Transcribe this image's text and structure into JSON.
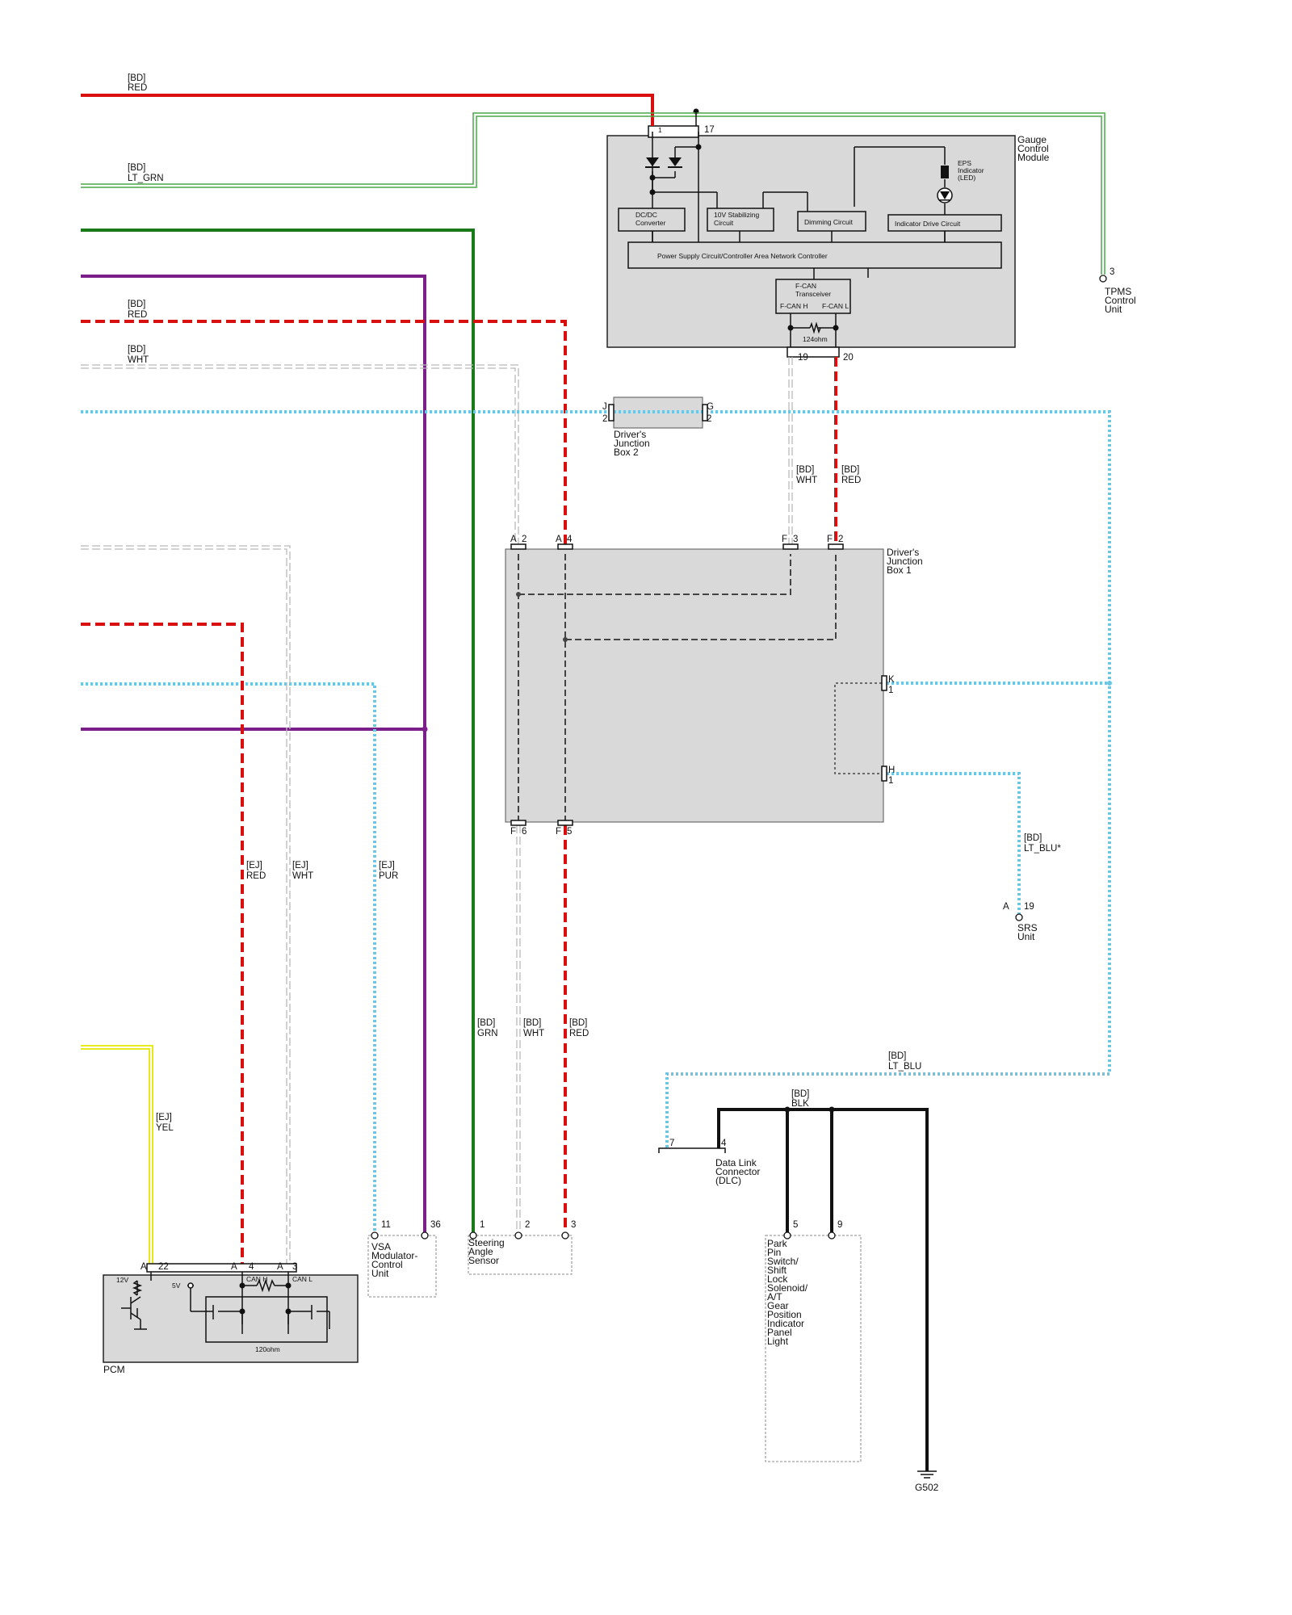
{
  "colors": {
    "red": "#d90f0f",
    "lt_grn": "#49a749",
    "grn": "#1a7a1a",
    "pur": "#7a1f8a",
    "wht_dash": "#b9b9b9",
    "lt_blu": "#6cc5e3",
    "yel": "#e6e600",
    "blk": "#111111",
    "module_fill": "#d9d9d9"
  },
  "wire_labels": {
    "red_top": [
      "[BD]",
      "RED"
    ],
    "lt_grn_top": [
      "[BD]",
      "LT_GRN"
    ],
    "red_dash_top": [
      "[BD]",
      "RED"
    ],
    "wht_top": [
      "[BD]",
      "WHT"
    ],
    "gcm_wht": [
      "[BD]",
      "WHT"
    ],
    "gcm_red": [
      "[BD]",
      "RED"
    ],
    "ej_red": [
      "[EJ]",
      "RED"
    ],
    "ej_wht": [
      "[EJ]",
      "WHT"
    ],
    "ej_pur": [
      "[EJ]",
      "PUR"
    ],
    "ej_yel": [
      "[EJ]",
      "YEL"
    ],
    "sas_grn": [
      "[BD]",
      "GRN"
    ],
    "sas_wht": [
      "[BD]",
      "WHT"
    ],
    "sas_red": [
      "[BD]",
      "RED"
    ],
    "srs_ltblu": [
      "[BD]",
      "LT_BLU*"
    ],
    "dlc_ltblu": [
      "[BD]",
      "LT_BLU"
    ],
    "dlc_blk": [
      "[BD]",
      "BLK"
    ]
  },
  "gcm": {
    "name": [
      "Gauge",
      "Control",
      "Module"
    ],
    "pin_1": "1",
    "pin_17": "17",
    "pin_19": "19",
    "pin_20": "20",
    "dcdc": [
      "DC/DC",
      "Converter"
    ],
    "stab": [
      "10V Stabilizing",
      "Circuit"
    ],
    "dimming": "Dimming Circuit",
    "indicator_drive": "Indicator Drive Circuit",
    "eps": [
      "EPS",
      "Indicator",
      "(LED)"
    ],
    "power_supply": "Power Supply Circuit/Controller Area Network Controller",
    "fcan": [
      "F-CAN",
      "Transceiver"
    ],
    "fcan_h": "F-CAN H",
    "fcan_l": "F-CAN L",
    "resistor": "124ohm"
  },
  "tpms": {
    "pin": "3",
    "name": [
      "TPMS",
      "Control",
      "Unit"
    ]
  },
  "djb2": {
    "name": [
      "Driver's",
      "Junction",
      "Box 2"
    ],
    "conn_j": "J",
    "pin_j": "2",
    "conn_g": "G",
    "pin_g": "2"
  },
  "djb1": {
    "name": [
      "Driver's",
      "Junction",
      "Box 1"
    ],
    "a2": [
      "A",
      "2"
    ],
    "a4": [
      "A",
      "4"
    ],
    "f3": [
      "F",
      "3"
    ],
    "f2": [
      "F",
      "2"
    ],
    "k1": [
      "K",
      "1"
    ],
    "h1": [
      "H",
      "1"
    ],
    "f6": [
      "F",
      "6"
    ],
    "f5": [
      "F",
      "5"
    ]
  },
  "srs": {
    "conn": "A",
    "pin": "19",
    "name": [
      "SRS",
      "Unit"
    ]
  },
  "pcm": {
    "name": "PCM",
    "a22": [
      "A",
      "22"
    ],
    "a4": [
      "A",
      "4"
    ],
    "a3": [
      "A",
      "3"
    ],
    "v12": "12V",
    "v5": "5V",
    "can_h": "CAN H",
    "can_l": "CAN L",
    "resistor": "120ohm"
  },
  "vsa": {
    "pin_11": "11",
    "pin_36": "36",
    "name": [
      "VSA",
      "Modulator-",
      "Control",
      "Unit"
    ]
  },
  "sas": {
    "pin_1": "1",
    "pin_2": "2",
    "pin_3": "3",
    "name": [
      "Steering",
      "Angle",
      "Sensor"
    ]
  },
  "dlc": {
    "pin_7": "7",
    "pin_4": "4",
    "name": [
      "Data Link",
      "Connector",
      "(DLC)"
    ]
  },
  "park": {
    "pin_5": "5",
    "pin_9": "9",
    "name": [
      "Park",
      "Pin",
      "Switch/",
      "Shift",
      "Lock",
      "Solenoid/",
      "A/T",
      "Gear",
      "Position",
      "Indicator",
      "Panel",
      "Light"
    ]
  },
  "ground": {
    "name": "G502"
  }
}
